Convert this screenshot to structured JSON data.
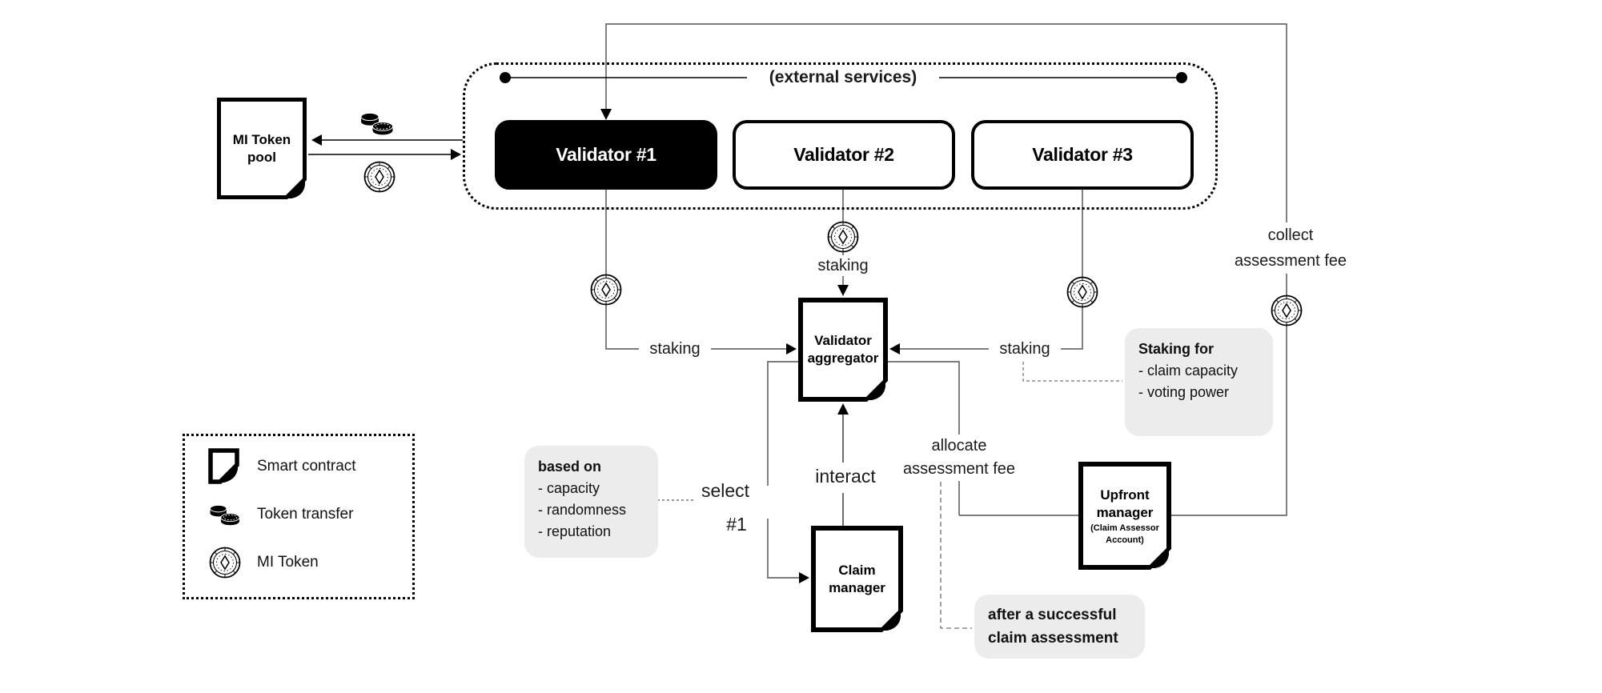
{
  "diagram": {
    "external_group": {
      "label": "(external services)"
    },
    "nodes": {
      "mi_token_pool": {
        "label_line1": "MI Token",
        "label_line2": "pool"
      },
      "validator1": {
        "label": "Validator #1"
      },
      "validator2": {
        "label": "Validator #2"
      },
      "validator3": {
        "label": "Validator #3"
      },
      "validator_aggregator": {
        "label_line1": "Validator",
        "label_line2": "aggregator"
      },
      "claim_manager": {
        "label_line1": "Claim",
        "label_line2": "manager"
      },
      "upfront_manager": {
        "label_line1": "Upfront",
        "label_line2": "manager",
        "sublabel_line1": "(Claim Assessor",
        "sublabel_line2": "Account)"
      }
    },
    "edge_labels": {
      "staking_v1": "staking",
      "staking_v2": "staking",
      "staking_v3": "staking",
      "select_line1": "select",
      "select_line2": "#1",
      "interact": "interact",
      "collect_line1": "collect",
      "collect_line2": "assessment fee",
      "allocate_line1": "allocate",
      "allocate_line2": "assessment fee"
    },
    "notes": {
      "based_on": {
        "title": "based on",
        "items": [
          "- capacity",
          "- randomness",
          "- reputation"
        ]
      },
      "staking_for": {
        "title": "Staking for",
        "items": [
          "- claim capacity",
          "- voting power"
        ]
      },
      "after_claim": {
        "line1": "after a successful",
        "line2": "claim assessment"
      }
    },
    "legend": {
      "items": [
        {
          "icon": "smart-contract-icon",
          "label": "Smart contract"
        },
        {
          "icon": "token-transfer-icon",
          "label": "Token transfer"
        },
        {
          "icon": "mi-token-icon",
          "label": "MI Token"
        }
      ]
    },
    "colors": {
      "wire": "#666666",
      "black": "#000000",
      "note_bg": "#ececec"
    }
  }
}
